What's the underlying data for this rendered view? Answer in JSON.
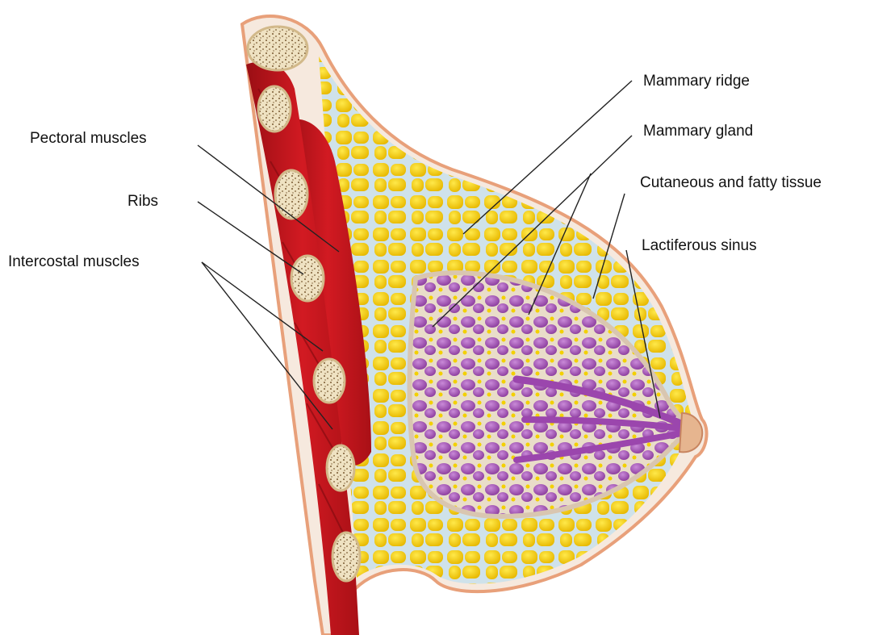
{
  "labels": {
    "pectoral_muscles": "Pectoral muscles",
    "ribs": "Ribs",
    "intercostal_muscles": "Intercostal muscles",
    "mammary_ridge": "Mammary ridge",
    "mammary_gland": "Mammary gland",
    "cutaneous_fatty_tissue": "Cutaneous and fatty tissue",
    "lactiferous_sinus": "Lactiferous sinus"
  },
  "colors": {
    "muscle": "#c8141c",
    "muscle_dark": "#8e0a10",
    "bone": "#efe2c2",
    "bone_speck": "#7a5a32",
    "fat": "#f3d000",
    "fat_dark": "#d4a800",
    "connective": "#cfe2ea",
    "gland": "#a14fb3",
    "gland_light": "#c27ad0",
    "skin_edge": "#e8a07a",
    "skin": "#f6e9de",
    "leader_line": "#222222"
  }
}
